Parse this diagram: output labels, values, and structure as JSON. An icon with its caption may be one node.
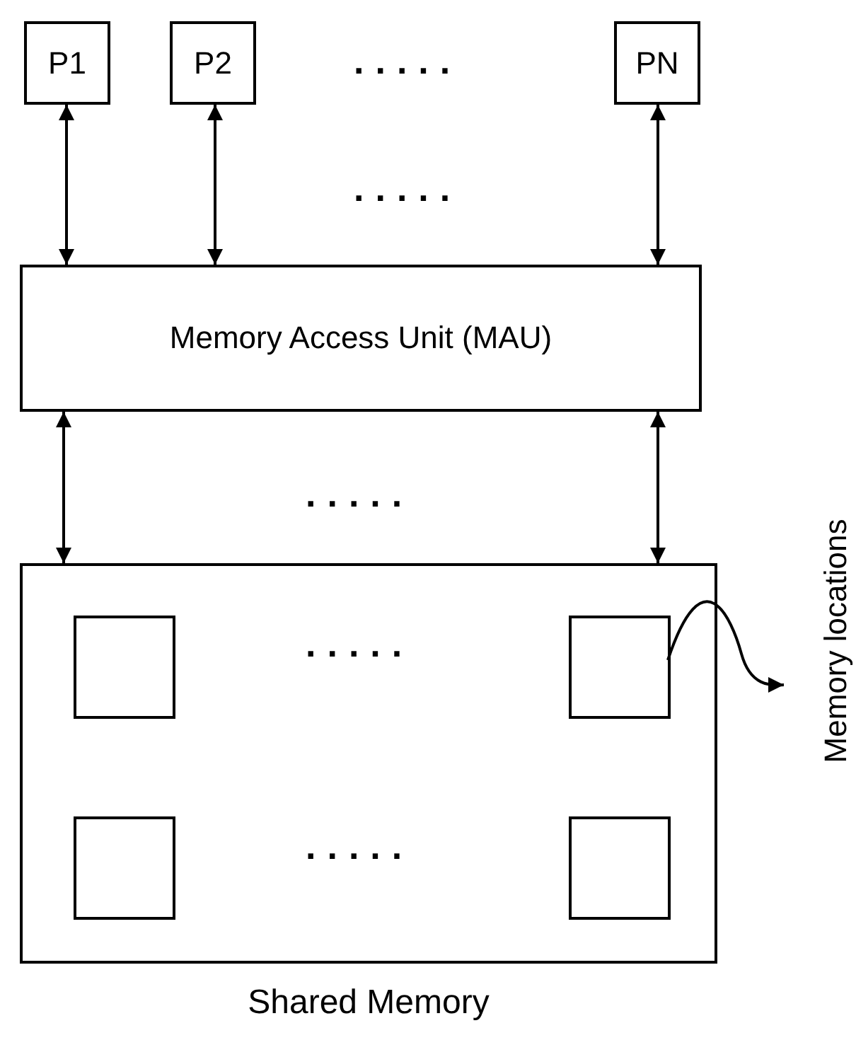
{
  "diagram": {
    "nodes": [
      {
        "text": [
          "P1"
        ]
      },
      {
        "text": [
          "P2"
        ]
      },
      {
        "text": [
          "PN"
        ]
      },
      {
        "text": [
          "Memory Access Unit (MAU)"
        ]
      },
      {
        "text": [
          "Shared Memory"
        ]
      },
      {
        "text": [],
        "shape": "box",
        "in": 4
      },
      {
        "text": [],
        "shape": "box",
        "in": 4
      },
      {
        "text": [],
        "shape": "box",
        "in": 4
      },
      {
        "text": [],
        "shape": "box",
        "in": 4
      },
      {
        "text": [
          "Memory locations"
        ]
      }
    ],
    "edges": [
      {
        "from": 0,
        "to": 3,
        "arrow": "both"
      },
      {
        "from": 1,
        "to": 3,
        "arrow": "both"
      },
      {
        "from": 2,
        "to": 3,
        "arrow": "both"
      },
      {
        "from": 3,
        "to": 4,
        "arrow": "both"
      },
      {
        "from": 3,
        "to": 4,
        "arrow": "both"
      },
      {
        "from": 6,
        "to": 9,
        "arrow": "to"
      }
    ],
    "labels": [
      ".....",
      ".....",
      ".....",
      ".....",
      "....."
    ]
  }
}
